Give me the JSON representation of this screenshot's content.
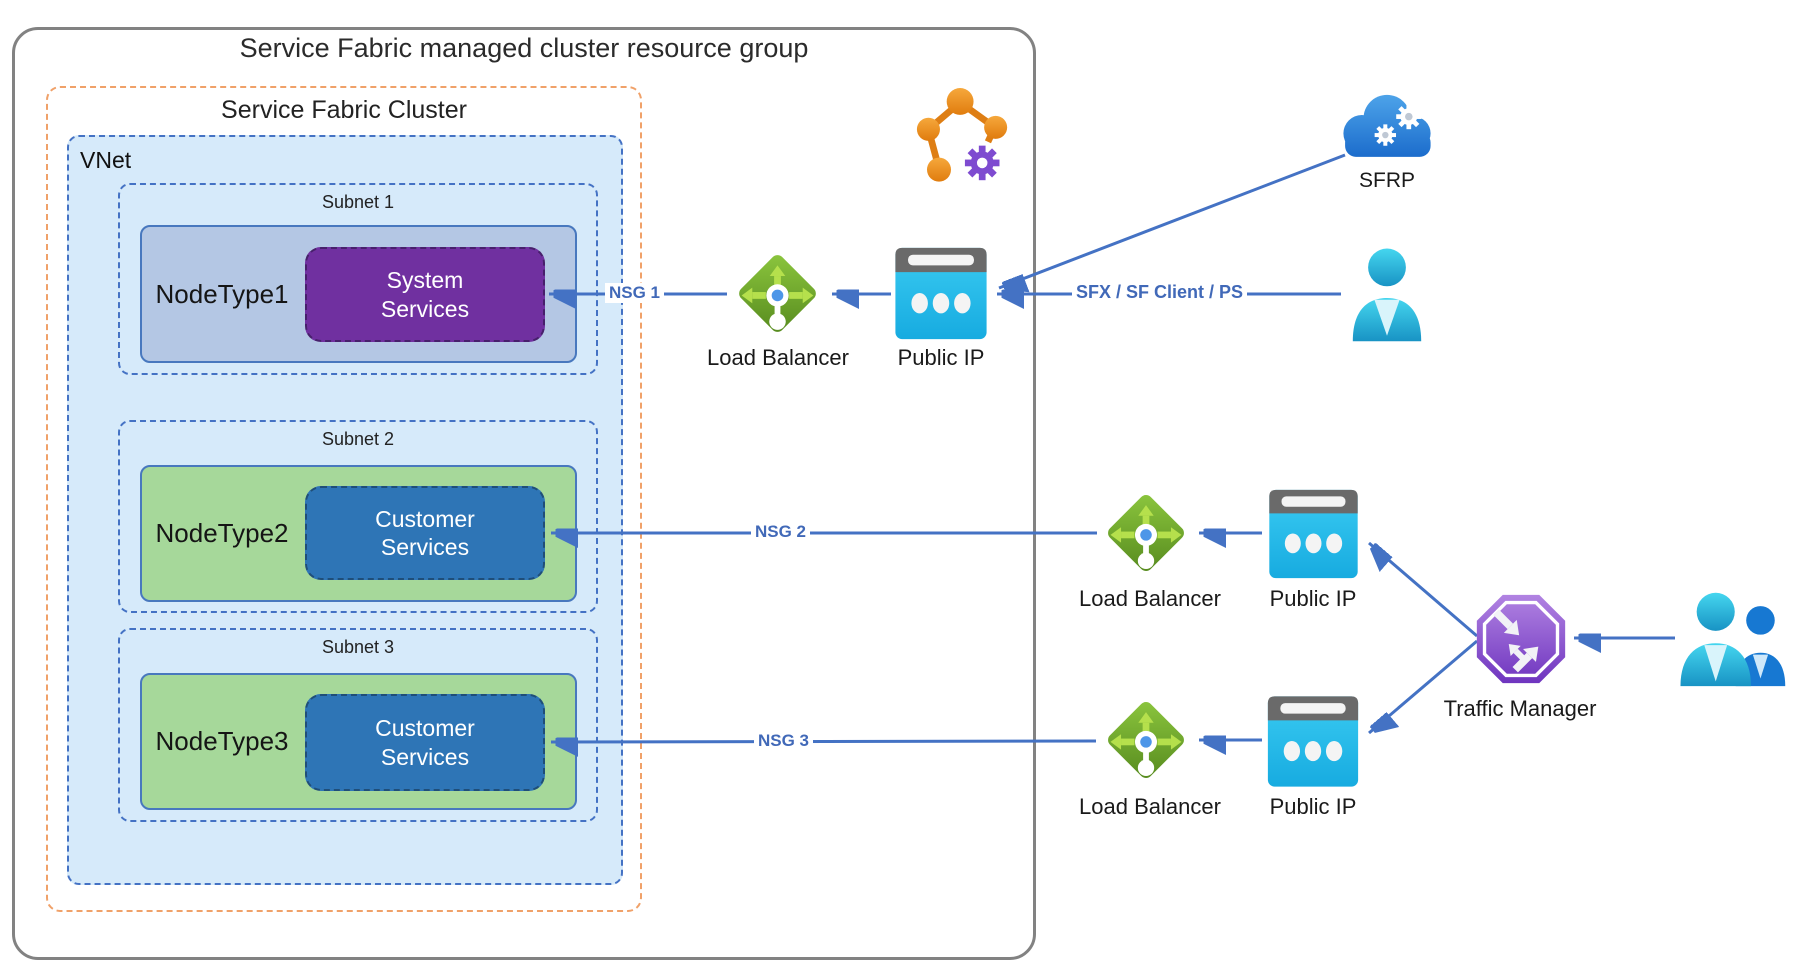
{
  "title": "Service Fabric managed cluster resource group",
  "cluster": {
    "title": "Service Fabric Cluster",
    "vnet": {
      "label": "VNet",
      "subnets": [
        {
          "label": "Subnet 1",
          "node_type": "NodeType1",
          "service": "System Services"
        },
        {
          "label": "Subnet 2",
          "node_type": "NodeType2",
          "service": "Customer Services"
        },
        {
          "label": "Subnet 3",
          "node_type": "NodeType3",
          "service": "Customer Services"
        }
      ]
    }
  },
  "nodes": {
    "load_balancer": "Load Balancer",
    "public_ip": "Public IP",
    "sfrp": "SFRP",
    "traffic_manager": "Traffic Manager"
  },
  "edges": {
    "nsg1": "NSG 1",
    "nsg2": "NSG 2",
    "nsg3": "NSG 3",
    "client_path": "SFX / SF Client / PS"
  },
  "icons": {
    "service_fabric": "service-fabric-icon",
    "load_balancer": "load-balancer-icon",
    "public_ip": "public-ip-icon",
    "sfrp_cloud": "sfrp-cloud-icon",
    "user": "user-icon",
    "users": "users-icon",
    "traffic_manager": "traffic-manager-icon"
  },
  "colors": {
    "line_blue": "#4472C4",
    "cluster_dash_orange": "#F0A169",
    "vnet_fill": "#D6EAFA",
    "nodetype1_fill": "#B4C7E4",
    "nodetype_green_fill": "#A6D89A",
    "system_services_purple": "#7030A0",
    "customer_services_blue": "#2E75B6",
    "public_ip_cyan": "#2CC5EF",
    "load_balancer_green": "#6FA832",
    "traffic_manager_purple": "#8C52D0",
    "sfrp_blue": "#2E86DE",
    "user_cyan": "#27BBE0"
  }
}
